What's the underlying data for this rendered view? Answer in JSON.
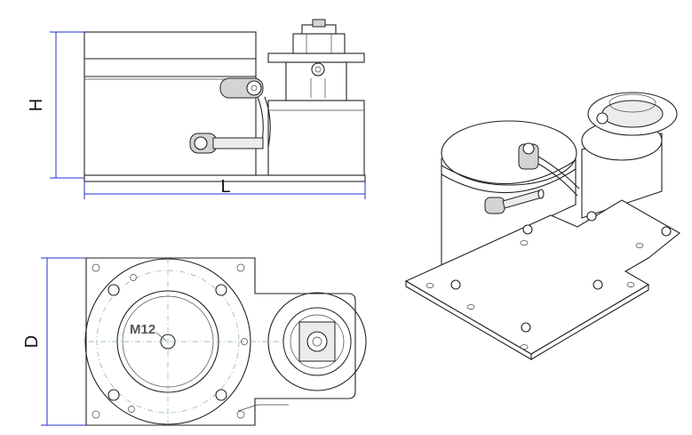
{
  "drawing": {
    "dimensions": {
      "height_label": "H",
      "length_label": "L",
      "depth_label": "D"
    },
    "thread_callout": "M12",
    "colors": {
      "dimension_line": "#2233cc",
      "outline": "#222222",
      "center_line": "#88aaaa"
    }
  }
}
